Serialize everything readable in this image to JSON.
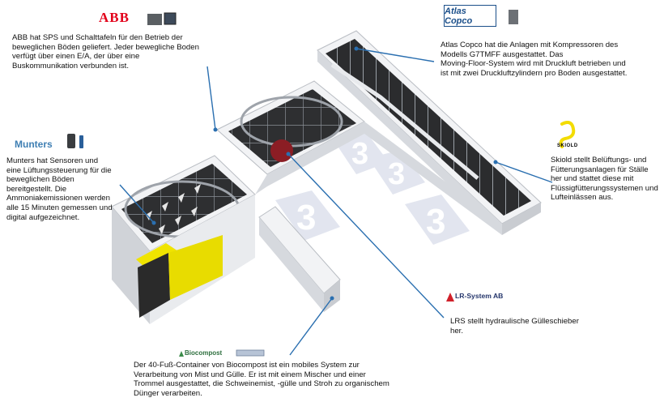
{
  "logos": {
    "abb": "ABB",
    "atlas_copco": "Atlas Copco",
    "munters": "Munters",
    "skiold": "SKIOLD",
    "lr_system": "LR-System AB",
    "biocompost": "Biocompost"
  },
  "descriptions": {
    "abb": "ABB hat SPS und Schalttafeln für den Betrieb der\nbeweglichen Böden geliefert. Jeder bewegliche Boden\nverfügt über einen E/A, der über eine\nBuskommunikation verbunden ist.",
    "atlas_copco": "Atlas Copco hat die Anlagen mit Kompressoren des\nModells G7TMFF ausgestattet. Das\nMoving-Floor-System wird mit Druckluft betrieben und\nist mit zwei Druckluftzylindern pro Boden ausgestattet.",
    "munters": "Munters hat Sensoren und\neine Lüftungssteuerung für die\nbeweglichen Böden\nbereitgestellt. Die\nAmmoniakemissionen werden\nalle 15 Minuten gemessen und\ndigital aufgezeichnet.",
    "skiold": "Skiold stellt Belüftungs- und\nFütterungsanlagen für Ställe\nher und stattet diese mit\nFlüssigfütterungssystemen und\nLufteinlässen aus.",
    "lrs": "LRS stellt hydraulische Gülleschieber\nher.",
    "biocompost": "Der 40-Fuß-Container von Biocompost ist ein mobiles System zur\nVerarbeitung von Mist und Gülle. Er ist mit einem Mischer und einer\nTrommel ausgestattet, die Schweinemist, -gülle und Stroh zu organischem\nDünger verarbeiten."
  },
  "colors": {
    "leader_line": "#2a6fb0",
    "wall_top": "#f2f3f5",
    "wall_side": "#c9ccd1",
    "floor": "#2b2b2b",
    "pen_frame": "#8a8f96",
    "yellow_room": "#f0e400",
    "watermark": "#dfe3ee",
    "abb_red": "#e2001a",
    "atlas_blue": "#1b4f8a",
    "munters_blue": "#3f7fb3",
    "skiold_yellow": "#f3dc00"
  },
  "watermark_glyph": "3"
}
